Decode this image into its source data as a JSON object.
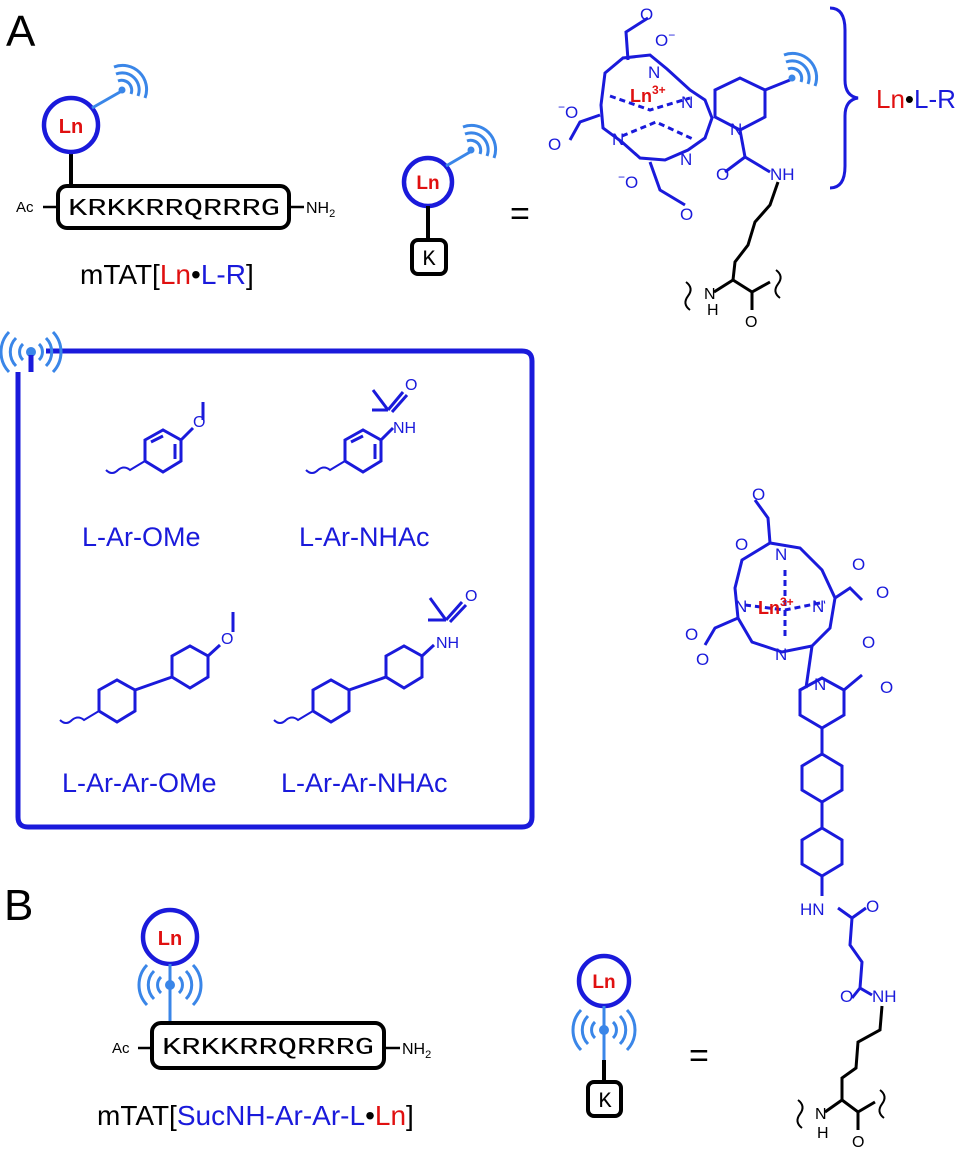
{
  "colors": {
    "blue": "#1a1adb",
    "red": "#e01010",
    "light_blue": "#3a86e8",
    "black": "#000000"
  },
  "panel_a": {
    "letter": "A",
    "peptide": {
      "prefix": "Ac",
      "sequence": "KRKKRRQRRRG",
      "suffix": "NH",
      "suffix_sub": "2"
    },
    "name": {
      "open": "mTAT[",
      "ln": "Ln",
      "dot": "•",
      "lr": "L-R",
      "close": "]"
    },
    "ln_symbol": "Ln",
    "k_symbol": "K",
    "equals": "=",
    "complex": {
      "metal": "Ln",
      "charge": "3+",
      "o_minus": "O",
      "minus": "−",
      "o": "O",
      "n": "N",
      "nh": "NH",
      "h": "H",
      "n_h": "N"
    },
    "brace_label": {
      "ln": "Ln",
      "dot": "•",
      "lr": "L-R"
    }
  },
  "antenna_box": {
    "items": [
      {
        "label": "L-Ar-OMe",
        "sub": "O"
      },
      {
        "label": "L-Ar-NHAc",
        "sub": "NH",
        "sub2": "O"
      },
      {
        "label": "L-Ar-Ar-OMe",
        "sub": "O"
      },
      {
        "label": "L-Ar-Ar-NHAc",
        "sub": "NH",
        "sub2": "O"
      }
    ]
  },
  "panel_b": {
    "letter": "B",
    "peptide": {
      "prefix": "Ac",
      "sequence": "KRKKRRQRRRG",
      "suffix": "NH",
      "suffix_sub": "2"
    },
    "name": {
      "open": "mTAT[",
      "suc": "SucNH-Ar-Ar-L",
      "dot": "•",
      "ln": "Ln",
      "close": "]"
    },
    "ln_symbol": "Ln",
    "k_symbol": "K",
    "equals": "=",
    "complex": {
      "metal": "Ln",
      "charge": "3+",
      "hn": "HN",
      "nh": "NH",
      "o": "O",
      "n": "N",
      "h": "H"
    }
  }
}
